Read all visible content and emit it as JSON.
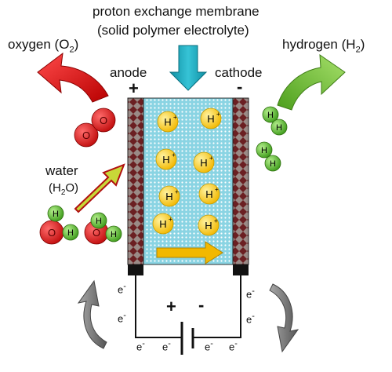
{
  "membrane_title_line1": "proton exchange membrane",
  "membrane_title_line2": "(solid polymer electrolyte)",
  "anode_label": "anode",
  "cathode_label": "cathode",
  "anode_sign": "+",
  "cathode_sign": "-",
  "oxygen_label": "oxygen (O",
  "oxygen_sub": "2",
  "hydrogen_label": "hydrogen (H",
  "hydrogen_sub": "2",
  "water_label": "water",
  "water_formula_pre": "(H",
  "water_formula_sub": "2",
  "water_formula_post": "O)",
  "proton_symbol": "H",
  "proton_charge": "+",
  "oxygen_atom": "O",
  "hydrogen_atom": "H",
  "electron_symbol": "e",
  "electron_charge": "-",
  "battery_plus": "+",
  "battery_minus": "-",
  "close_paren": ")",
  "colors": {
    "membrane": "#7fd0e0",
    "electrode": "#7a2a2a",
    "oxygen_atom": "#d81e1e",
    "hydrogen_atom": "#5cb82e",
    "proton": "#f5c400",
    "oxygen_arrow": "#e01818",
    "hydrogen_arrow": "#7cc23c",
    "membrane_arrow": "#1aa5b8"
  }
}
